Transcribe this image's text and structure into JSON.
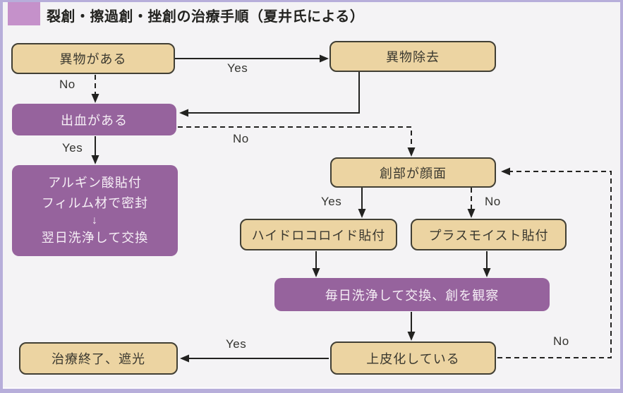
{
  "page": {
    "title": "裂創・擦過創・挫創の治療手順（夏井氏による）"
  },
  "colors": {
    "box_tan": "#ecd4a2",
    "box_purple": "#96639d",
    "title_marker_purple": "#c591ca",
    "page_border_lavender": "#b7aeda",
    "line_color": "#222220",
    "background": "#f4f3f5"
  },
  "nodes": {
    "foreign_body": {
      "label": "異物がある"
    },
    "foreign_removal": {
      "label": "異物除去"
    },
    "bleeding": {
      "label": "出血がある"
    },
    "algin": {
      "lines": [
        "アルギン酸貼付",
        "フィルム材で密封",
        "↓",
        "翌日洗浄して交換"
      ]
    },
    "wound_face": {
      "label": "創部が顔面"
    },
    "hydrocolloid": {
      "label": "ハイドロコロイド貼付"
    },
    "plus_moist": {
      "label": "プラスモイスト貼付"
    },
    "daily_wash": {
      "label": "毎日洗浄して交換、創を観察"
    },
    "epithelialized": {
      "label": "上皮化している"
    },
    "treatment_end": {
      "label": "治療終了、遮光"
    }
  },
  "edge_labels": {
    "foreign_yes": "Yes",
    "foreign_no": "No",
    "bleeding_yes": "Yes",
    "bleeding_no": "No",
    "face_yes": "Yes",
    "face_no": "No",
    "epith_yes": "Yes",
    "epith_no": "No"
  }
}
